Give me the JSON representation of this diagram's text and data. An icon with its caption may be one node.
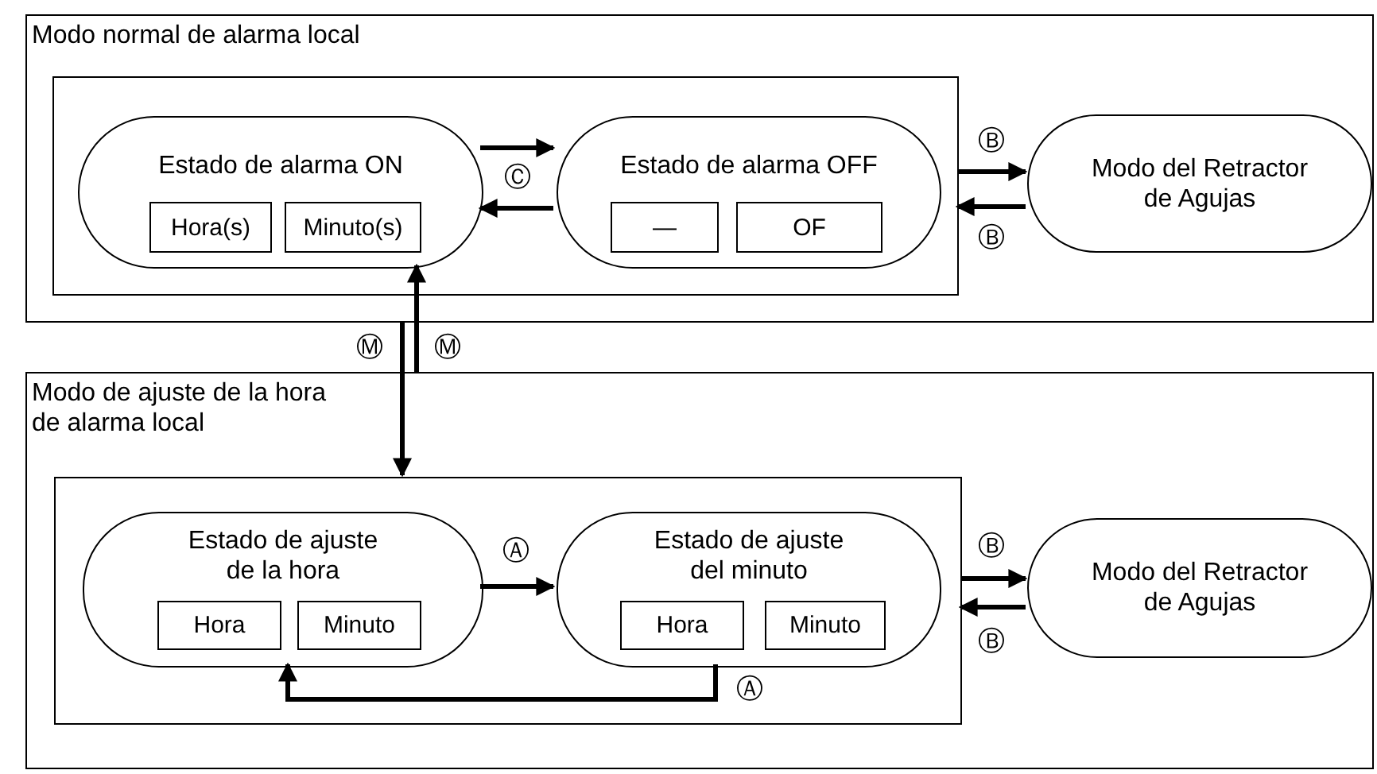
{
  "diagram": {
    "nodes": [
      {
        "text": [
          "Modo normal de alarma local"
        ]
      },
      {
        "text": [],
        "shape": "box",
        "in": 0
      },
      {
        "text": [
          "Estado de alarma ON"
        ],
        "in": 1
      },
      {
        "text": [
          "Hora(s)"
        ],
        "in": 2
      },
      {
        "text": [
          "Minuto(s)"
        ],
        "in": 2
      },
      {
        "text": [
          "Estado de alarma OFF"
        ],
        "in": 1
      },
      {
        "text": [
          "—"
        ],
        "in": 5
      },
      {
        "text": [
          "OF"
        ],
        "in": 5
      },
      {
        "text": [
          "Modo del Retractor de Agujas"
        ],
        "in": 0
      },
      {
        "text": [
          "Modo de ajuste de la hora de alarma local"
        ]
      },
      {
        "text": [],
        "shape": "box",
        "in": 9
      },
      {
        "text": [
          "Estado de ajuste de la hora"
        ],
        "in": 10
      },
      {
        "text": [
          "Hora"
        ],
        "in": 11
      },
      {
        "text": [
          "Minuto"
        ],
        "in": 11
      },
      {
        "text": [
          "Estado de ajuste del minuto"
        ],
        "in": 10
      },
      {
        "text": [
          "Hora"
        ],
        "in": 14
      },
      {
        "text": [
          "Minuto"
        ],
        "in": 14
      },
      {
        "text": [
          "Modo del Retractor de Agujas"
        ],
        "in": 9
      }
    ],
    "edges": [
      {
        "from": 2,
        "to": 5,
        "arrow": "to",
        "label": "Ⓒ"
      },
      {
        "from": 5,
        "to": 2,
        "arrow": "to"
      },
      {
        "from": 1,
        "to": 8,
        "arrow": "to",
        "label": "Ⓑ"
      },
      {
        "from": 8,
        "to": 1,
        "arrow": "to",
        "label": "Ⓑ"
      },
      {
        "from": 0,
        "to": 10,
        "arrow": "to",
        "label": "Ⓜ"
      },
      {
        "from": 9,
        "to": 2,
        "arrow": "to",
        "label": "Ⓜ"
      },
      {
        "from": 11,
        "to": 14,
        "arrow": "to",
        "label": "Ⓐ"
      },
      {
        "from": 14,
        "to": 11,
        "arrow": "to",
        "label": "Ⓐ"
      },
      {
        "from": 10,
        "to": 17,
        "arrow": "to",
        "label": "Ⓑ"
      },
      {
        "from": 17,
        "to": 10,
        "arrow": "to",
        "label": "Ⓑ"
      }
    ]
  }
}
